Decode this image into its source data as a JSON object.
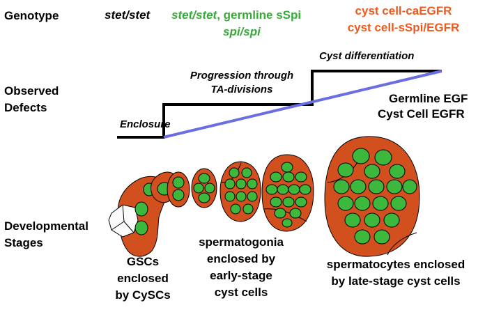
{
  "row_labels": {
    "genotype": "Genotype",
    "observed_defects_1": "Observed",
    "observed_defects_2": "Defects",
    "developmental_stages_1": "Developmental",
    "developmental_stages_2": "Stages"
  },
  "genotypes": {
    "stet_stet": "stet/stet",
    "green_line1_a": "stet/stet",
    "green_line1_sep": ",",
    "green_line1_b": " germline sSpi",
    "green_line2": "spi/spi",
    "orange_line1": "cyst cell-caEGFR",
    "orange_line2": "cyst cell-sSpi/EGFR"
  },
  "defects": {
    "enclosure": "Enclosure",
    "progression_1": "Progression through",
    "progression_2": "TA-divisions",
    "cyst_differentiation": "Cyst differentiation"
  },
  "signal": {
    "line1": "Germline EGF",
    "line2": "Cyst Cell EGFR"
  },
  "stages": {
    "gsc_1": "GSCs",
    "gsc_2": "enclosed",
    "gsc_3": "by CySCs",
    "sg_1": "spermatogonia",
    "sg_2": "enclosed by",
    "sg_3": "early-stage",
    "sg_4": "cyst cells",
    "sc_1": "spermatocytes enclosed",
    "sc_2": "by late-stage cyst cells"
  },
  "colors": {
    "cyst": "#d2501e",
    "germ": "#3cb83c",
    "gradient_line": "#6a6ee0",
    "step_line": "#000000"
  }
}
